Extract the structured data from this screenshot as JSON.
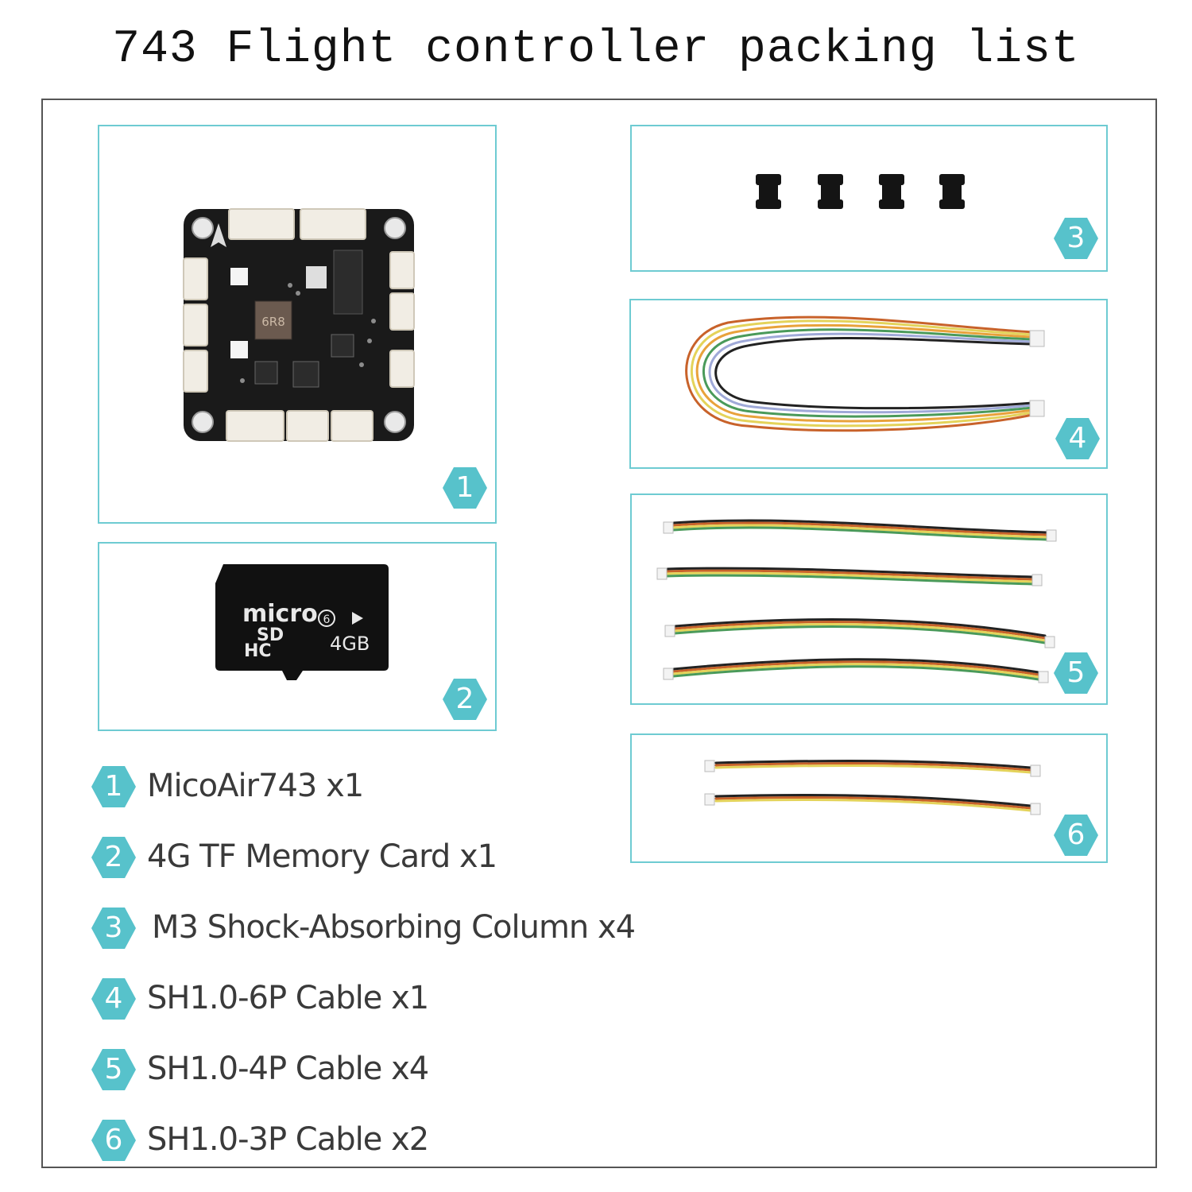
{
  "title": "743 Flight controller packing list",
  "panels": [
    {
      "badge": "1"
    },
    {
      "badge": "2"
    },
    {
      "badge": "3"
    },
    {
      "badge": "4"
    },
    {
      "badge": "5"
    },
    {
      "badge": "6"
    }
  ],
  "sd_card": {
    "brand_line1": "micro",
    "brand_line2": "SD",
    "brand_line3": "HC",
    "speed_class": "6",
    "capacity": "4GB"
  },
  "board": {
    "inductor_marking": "6R8"
  },
  "items": [
    {
      "num": "1",
      "label": "MicoAir743 x1"
    },
    {
      "num": "2",
      "label": "4G TF Memory Card x1"
    },
    {
      "num": "3",
      "label": "M3 Shock-Absorbing Column x4"
    },
    {
      "num": "4",
      "label": "SH1.0-6P Cable x1"
    },
    {
      "num": "5",
      "label": "SH1.0-4P Cable x4"
    },
    {
      "num": "6",
      "label": "SH1.0-3P Cable x2"
    }
  ],
  "colors": {
    "accent": "#57c2cb",
    "panel_border": "#6ecbd2",
    "frame_border": "#555555"
  }
}
